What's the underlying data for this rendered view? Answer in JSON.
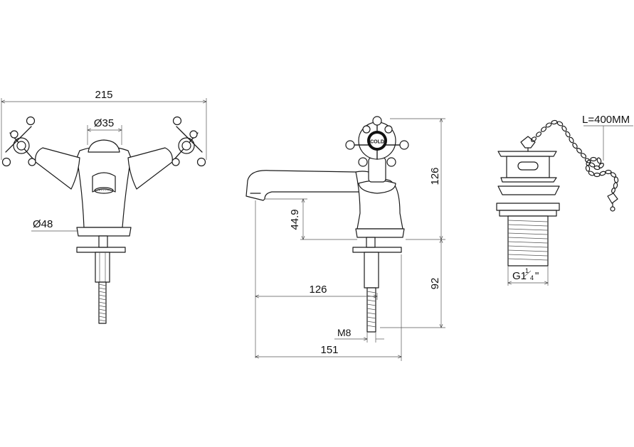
{
  "dimensions": {
    "overall_width": "215",
    "top_diameter": "Ø35",
    "base_diameter": "Ø48",
    "height_126": "126",
    "spout_height": "44.9",
    "spout_reach": "126",
    "thread": "M8",
    "overall_length": "151",
    "tail_length": "92",
    "chain_length": "L=400MM",
    "waste_thread_prefix": "G1",
    "waste_thread_frac_num": "1",
    "waste_thread_frac_den": "4",
    "waste_thread_suffix": "\""
  },
  "handle_label": "COLD"
}
